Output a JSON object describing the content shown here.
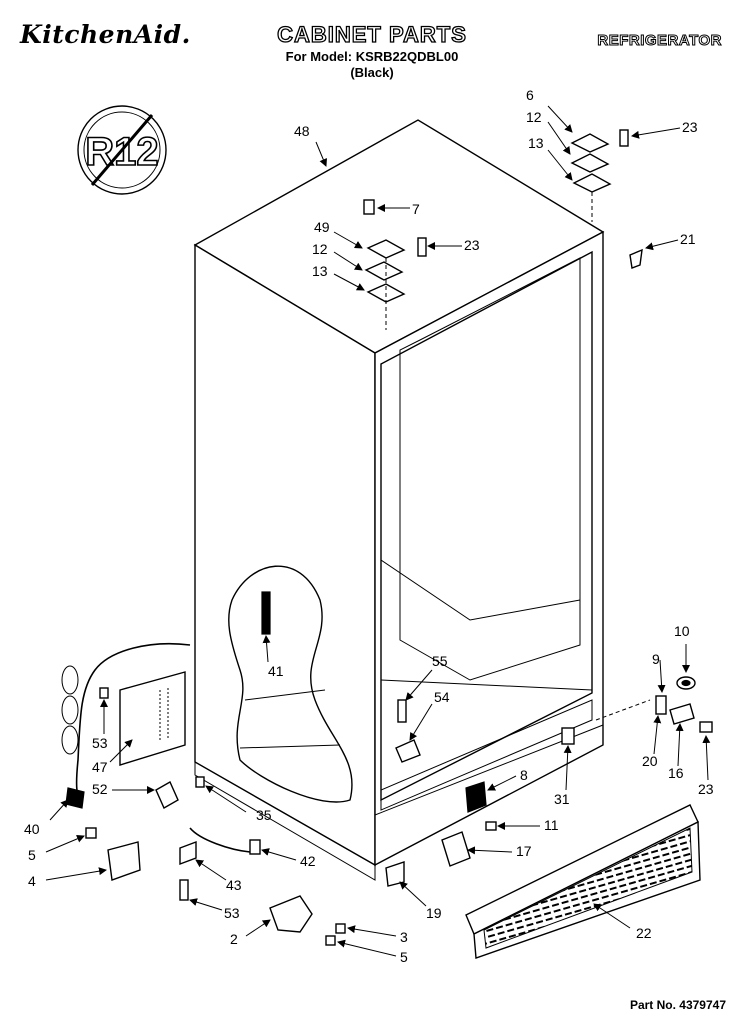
{
  "header": {
    "brand": "KitchenAid.",
    "title": "CABINET PARTS",
    "model_line": "For Model: KSRB22QDBL00",
    "color_line": "(Black)",
    "category": "REFRIGERATOR",
    "badge_text": "R12"
  },
  "footer": {
    "part_number": "Part No. 4379747"
  },
  "icons": {
    "badge": "no-r12-prohibition-icon",
    "cabinet": "refrigerator-cabinet-icon",
    "grille": "toe-grille-icon"
  },
  "callouts": [
    {
      "id": "c48",
      "text": "48"
    },
    {
      "id": "c6",
      "text": "6"
    },
    {
      "id": "c12a",
      "text": "12"
    },
    {
      "id": "c13a",
      "text": "13"
    },
    {
      "id": "c23a",
      "text": "23"
    },
    {
      "id": "c7",
      "text": "7"
    },
    {
      "id": "c49",
      "text": "49"
    },
    {
      "id": "c12b",
      "text": "12"
    },
    {
      "id": "c23b",
      "text": "23"
    },
    {
      "id": "c13b",
      "text": "13"
    },
    {
      "id": "c21",
      "text": "21"
    },
    {
      "id": "c10",
      "text": "10"
    },
    {
      "id": "c9",
      "text": "9"
    },
    {
      "id": "c55",
      "text": "55"
    },
    {
      "id": "c54",
      "text": "54"
    },
    {
      "id": "c41",
      "text": "41"
    },
    {
      "id": "c53a",
      "text": "53"
    },
    {
      "id": "c47",
      "text": "47"
    },
    {
      "id": "c52",
      "text": "52"
    },
    {
      "id": "c35",
      "text": "35"
    },
    {
      "id": "c40",
      "text": "40"
    },
    {
      "id": "c5a",
      "text": "5"
    },
    {
      "id": "c4",
      "text": "4"
    },
    {
      "id": "c43",
      "text": "43"
    },
    {
      "id": "c42",
      "text": "42"
    },
    {
      "id": "c53b",
      "text": "53"
    },
    {
      "id": "c2",
      "text": "2"
    },
    {
      "id": "c3",
      "text": "3"
    },
    {
      "id": "c5b",
      "text": "5"
    },
    {
      "id": "c8",
      "text": "8"
    },
    {
      "id": "c31",
      "text": "31"
    },
    {
      "id": "c11",
      "text": "11"
    },
    {
      "id": "c17",
      "text": "17"
    },
    {
      "id": "c19",
      "text": "19"
    },
    {
      "id": "c22",
      "text": "22"
    },
    {
      "id": "c20",
      "text": "20"
    },
    {
      "id": "c16",
      "text": "16"
    },
    {
      "id": "c23c",
      "text": "23"
    }
  ]
}
